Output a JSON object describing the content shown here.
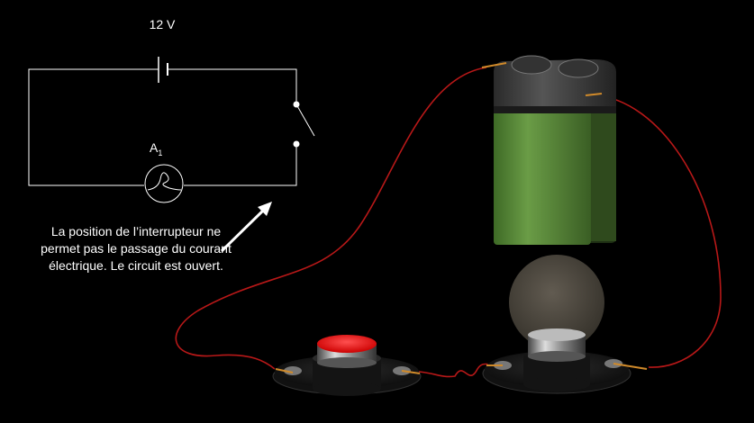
{
  "circuit": {
    "voltage_label": "12 V",
    "ammeter_label_main": "A",
    "ammeter_label_sub": "1"
  },
  "caption": "La position de l’interrupteur ne permet pas le passage du courant électrique. Le circuit est ouvert.",
  "colors": {
    "background": "#000000",
    "wire": "#b81818",
    "battery_body": "#5a8a3a",
    "button_red": "#e01818"
  }
}
